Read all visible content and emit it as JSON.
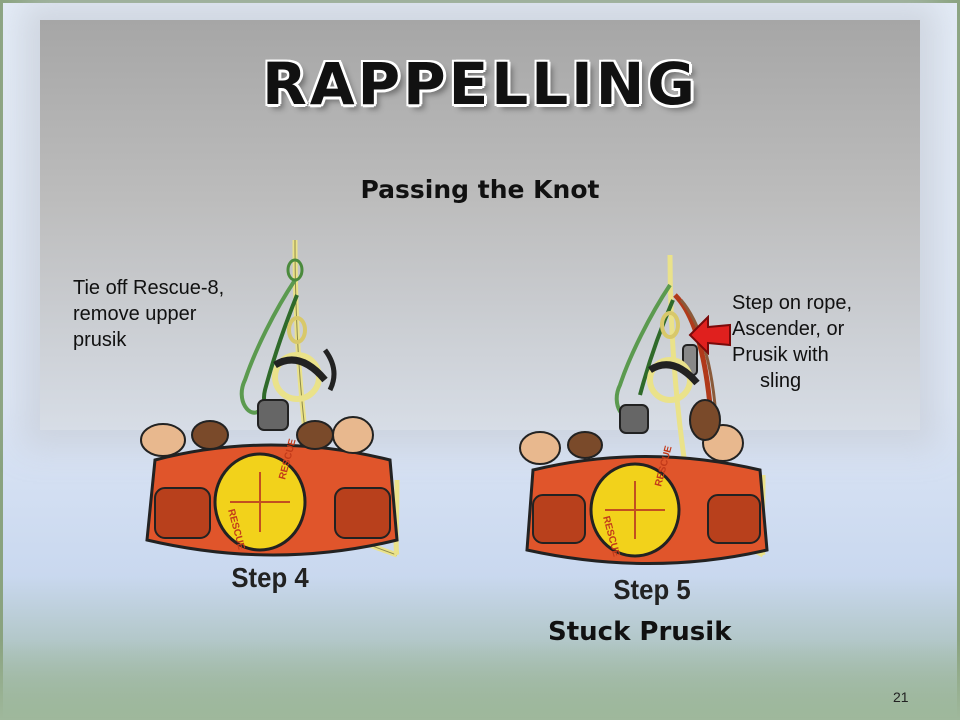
{
  "slide": {
    "title": "RAPPELLING",
    "subtitle": "Passing the Knot",
    "left_note": [
      "Tie off Rescue-8,",
      "remove upper",
      "prusik"
    ],
    "right_note": [
      "Step on rope,",
      "Ascender, or",
      "Prusik with",
      "sling"
    ],
    "step_left": "Step 4",
    "step_right": "Step 5",
    "helmet_text": "RESCUE",
    "caption": "Stuck Prusik",
    "page_number": "21"
  },
  "colors": {
    "suit": "#e0552b",
    "helmet": "#f2d21b",
    "rope": "#eae28a",
    "carabiner": "#5b9a4f",
    "arrow": "#e0201e"
  },
  "icons": [
    "rescuer-illustration",
    "red-arrow-icon"
  ]
}
